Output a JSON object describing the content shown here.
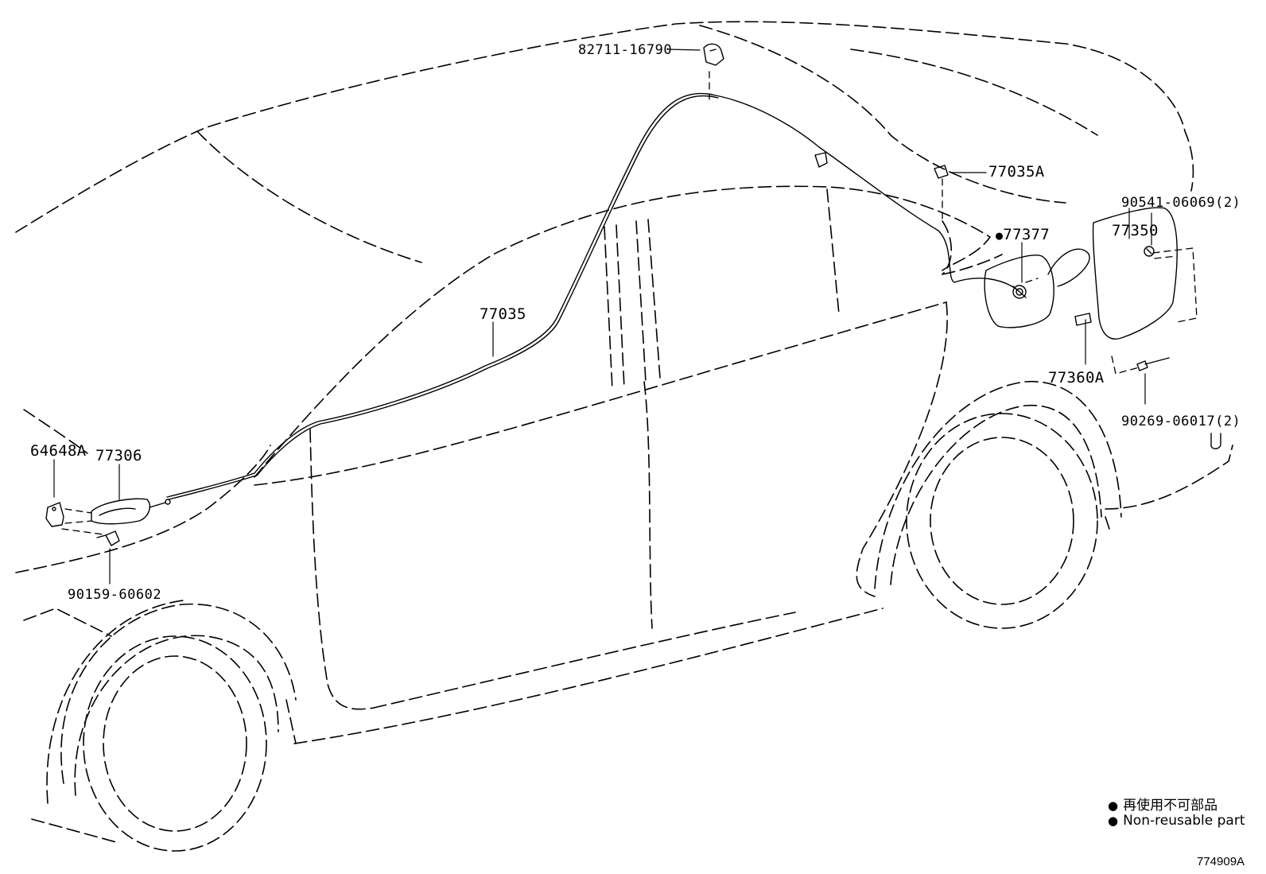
{
  "parts": {
    "p82711": "82711-16790",
    "p77035A": "77035A",
    "p90541": "90541-06069(2)",
    "p77377": "77377",
    "p77350": "77350",
    "p77035": "77035",
    "p77360A": "77360A",
    "p90269": "90269-06017(2)",
    "p64648A": "64648A",
    "p77306": "77306",
    "p90159": "90159-60602"
  },
  "marker_symbol": "●",
  "legend": {
    "line1": "再使用不可部品",
    "line2": "Non-reusable part"
  },
  "diagram_id": "774909A"
}
